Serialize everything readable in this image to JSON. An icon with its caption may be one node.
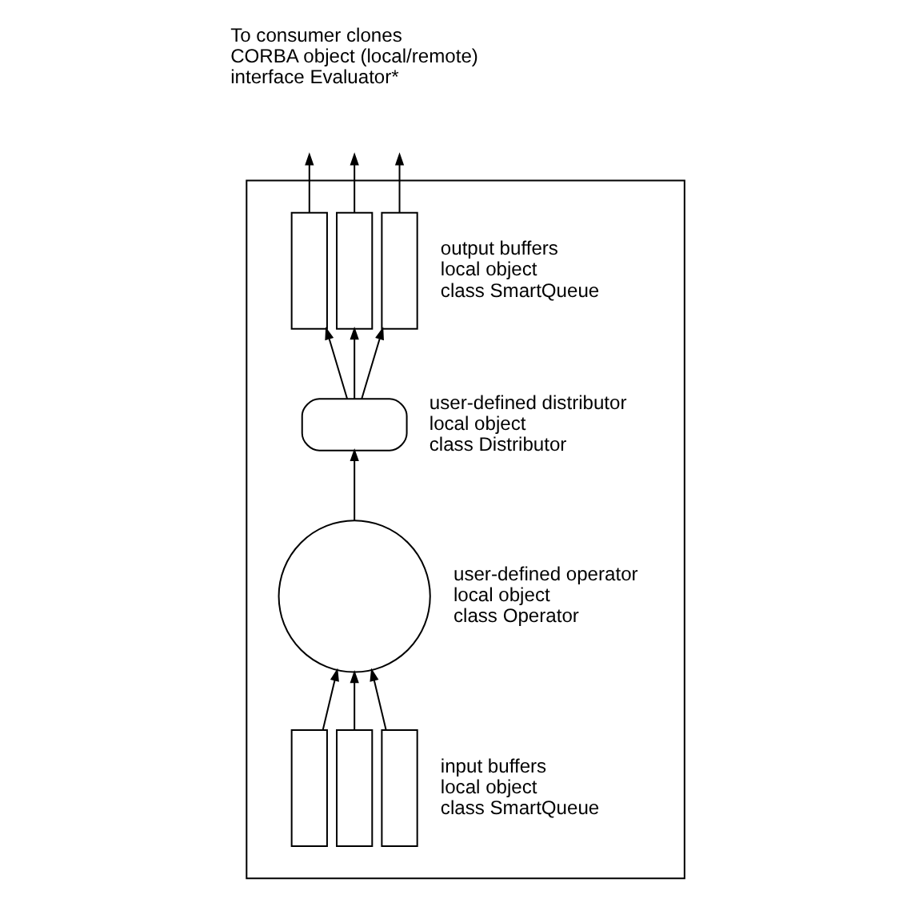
{
  "diagram": {
    "nodes": [
      {
        "text": [],
        "shape": "box"
      },
      {
        "text": [],
        "shape": "bar",
        "in": 0
      },
      {
        "text": [],
        "shape": "bar",
        "in": 0
      },
      {
        "text": [],
        "shape": "bar",
        "in": 0,
        "beside": [
          "output buffers",
          "local object",
          "class SmartQueue"
        ]
      },
      {
        "text": [],
        "shape": "box",
        "in": 0,
        "beside": [
          "user-defined distributor",
          "local object",
          "class Distributor"
        ]
      },
      {
        "text": [],
        "shape": "circle",
        "in": 0,
        "beside": [
          "user-defined operator",
          "local object",
          "class Operator"
        ]
      },
      {
        "text": [],
        "shape": "bar",
        "in": 0
      },
      {
        "text": [],
        "shape": "bar",
        "in": 0
      },
      {
        "text": [],
        "shape": "bar",
        "in": 0,
        "beside": [
          "input buffers",
          "local object",
          "class SmartQueue"
        ]
      }
    ],
    "edges": [
      {
        "from": 6,
        "to": 5,
        "arrow": "to"
      },
      {
        "from": 7,
        "to": 5,
        "arrow": "to"
      },
      {
        "from": 8,
        "to": 5,
        "arrow": "to"
      },
      {
        "from": 5,
        "to": 4,
        "arrow": "to"
      },
      {
        "from": 4,
        "to": 1,
        "arrow": "to"
      },
      {
        "from": 4,
        "to": 2,
        "arrow": "to"
      },
      {
        "from": 4,
        "to": 3,
        "arrow": "to"
      },
      {
        "from": 1,
        "to": null,
        "arrow": "to"
      },
      {
        "from": 2,
        "to": null,
        "arrow": "to"
      },
      {
        "from": 3,
        "to": null,
        "arrow": "to"
      }
    ],
    "labels": [
      "To consumer clones",
      "CORBA object (local/remote)",
      "interface Evaluator*"
    ]
  }
}
